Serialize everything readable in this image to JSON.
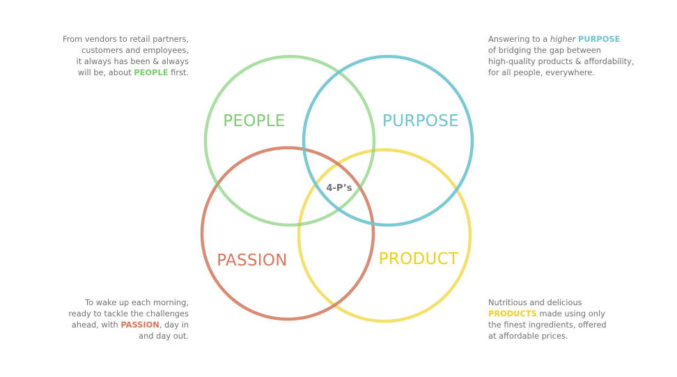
{
  "colors": {
    "people": "#7dcc71",
    "purpose": "#6cc4cf",
    "passion": "#d5775c",
    "product": "#ecd11a",
    "text": "#707070"
  },
  "diagram": {
    "center_label": "4-P’s",
    "circles": {
      "people": "PEOPLE",
      "purpose": "PURPOSE",
      "passion": "PASSION",
      "product": "PRODUCT"
    }
  },
  "notes": {
    "people": {
      "line1": "From vendors to retail partners,",
      "line2": "customers and employees,",
      "line3": "it always has been & always",
      "line4_before": "will be, about ",
      "line4_highlight": "PEOPLE",
      "line4_after": " first."
    },
    "purpose": {
      "line1_before": "Answering to a ",
      "line1_italic": "higher",
      "line1_space": " ",
      "line1_highlight": "PURPOSE",
      "line2": "of bridging the gap between",
      "line3": "high-quality products & affordability,",
      "line4": "for all people, everywhere."
    },
    "passion": {
      "line1": "To wake up each morning,",
      "line2": "ready to tackle the challenges",
      "line3_before": "ahead, with ",
      "line3_highlight": "PASSION",
      "line3_after": ", day in",
      "line4": "and day out."
    },
    "product": {
      "line1": "Nutritious and delicious",
      "line2_highlight": "PRODUCTS",
      "line2_after": " made using only",
      "line3": "the finest ingredients, offered",
      "line4": "at affordable prices."
    }
  }
}
